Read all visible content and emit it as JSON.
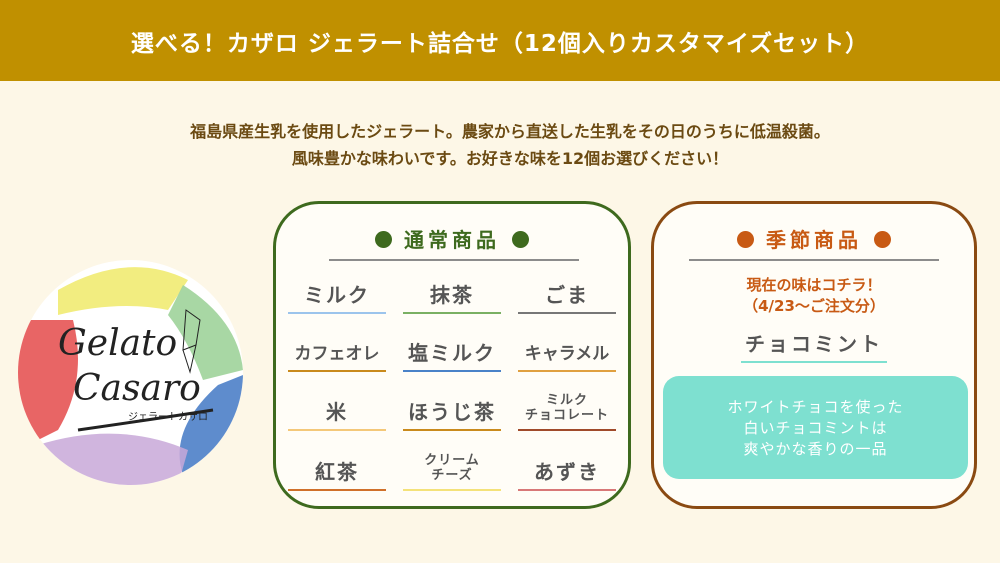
{
  "header": {
    "title": "選べる！カザロ ジェラート詰合せ（12個入りカスタマイズセット）"
  },
  "intro": {
    "line1": "福島県産生乳を使用したジェラート。農家から直送した生乳をその日のうちに低温殺菌。",
    "line2": "風味豊かな味わいです。お好きな味を12個お選びください！"
  },
  "logo": {
    "line1": "Gelato",
    "line2": "Casaro",
    "sub": "ジェラートカザロ"
  },
  "regular": {
    "title": "通常商品",
    "flavors": [
      {
        "name": "ミルク",
        "color": "#9cc4ec"
      },
      {
        "name": "抹茶",
        "color": "#7ab063"
      },
      {
        "name": "ごま",
        "color": "#777777"
      },
      {
        "name": "カフェオレ",
        "color": "#c98a1c"
      },
      {
        "name": "塩ミルク",
        "color": "#4a82c8"
      },
      {
        "name": "キャラメル",
        "color": "#e0a040"
      },
      {
        "name": "米",
        "color": "#f4c879"
      },
      {
        "name": "ほうじ茶",
        "color": "#c98a1c"
      },
      {
        "name": "ミルク\nチョコレート",
        "color": "#a04a2a"
      },
      {
        "name": "紅茶",
        "color": "#d0702a"
      },
      {
        "name": "クリーム\nチーズ",
        "color": "#f4e27a"
      },
      {
        "name": "あずき",
        "color": "#d87878"
      }
    ]
  },
  "seasonal": {
    "title": "季節商品",
    "current_line1": "現在の味はコチラ！",
    "current_line2": "（4/23〜ご注文分）",
    "flavor": "チョコミント",
    "desc_line1": "ホワイトチョコを使った",
    "desc_line2": "白いチョコミントは",
    "desc_line3": "爽やかな香りの一品"
  },
  "colors": {
    "header": "#c09000",
    "green": "#3e6a1e",
    "brown": "#8a4a12",
    "orange": "#c85a14",
    "mint": "#7ee0d0"
  }
}
